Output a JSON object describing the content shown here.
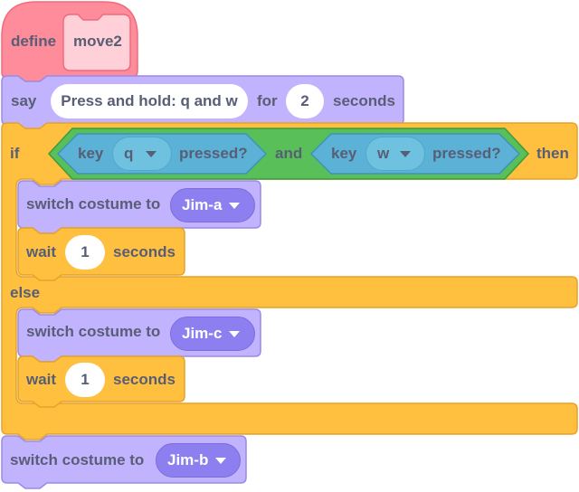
{
  "colors": {
    "events": "#ff8c9a",
    "custom_arg": "#ffc4cc",
    "looks": "#c2b3ff",
    "control": "#ffbf3f",
    "operators": "#59c059",
    "sensing": "#5cb1d6"
  },
  "define_block": {
    "keyword": "define",
    "name": "move2"
  },
  "say_block": {
    "keyword": "say",
    "message": "Press and hold: q and w",
    "for_label": "for",
    "duration": "2",
    "seconds_label": "seconds"
  },
  "if_block": {
    "keyword": "if",
    "then_label": "then",
    "else_label": "else",
    "condition": {
      "and_label": "and",
      "left": {
        "key_label": "key",
        "key": "q",
        "pressed_label": "pressed?"
      },
      "right": {
        "key_label": "key",
        "key": "w",
        "pressed_label": "pressed?"
      }
    },
    "then_branch": {
      "switch_label": "switch costume to",
      "costume": "Jim-a",
      "wait_label": "wait",
      "wait_value": "1",
      "seconds_label": "seconds"
    },
    "else_branch": {
      "switch_label": "switch costume to",
      "costume": "Jim-c",
      "wait_label": "wait",
      "wait_value": "1",
      "seconds_label": "seconds"
    }
  },
  "final_block": {
    "switch_label": "switch costume to",
    "costume": "Jim-b"
  }
}
